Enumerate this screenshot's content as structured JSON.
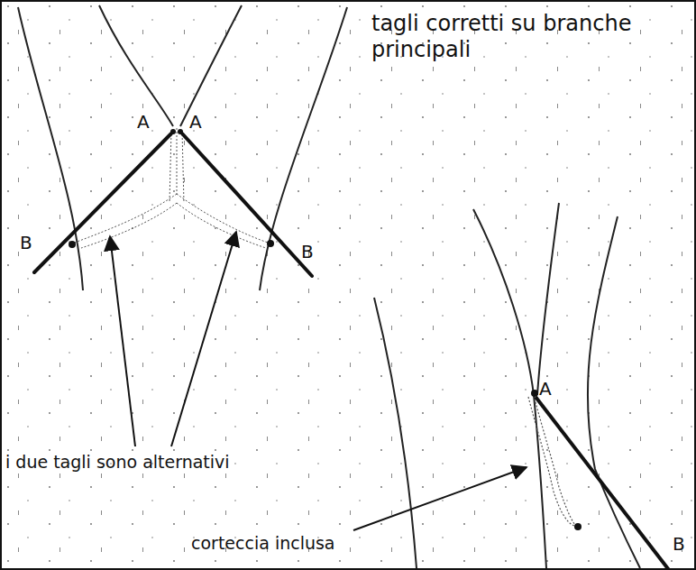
{
  "diagram": {
    "title": "tagli corretti su branche principali",
    "labels": [
      "A",
      "A",
      "B",
      "B",
      "i due tagli sono alternativi",
      "A",
      "B",
      "corteccia inclusa"
    ]
  }
}
